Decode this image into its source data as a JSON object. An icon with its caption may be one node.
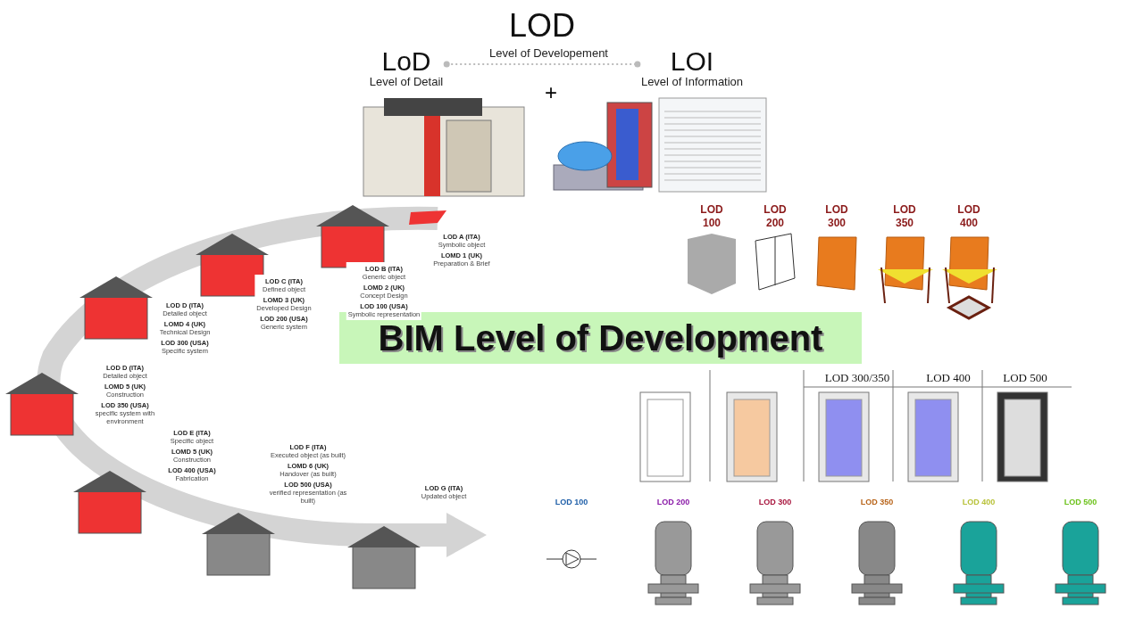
{
  "diagram": {
    "title": "BIM Level of Development",
    "nodes": [
      {
        "text": [
          "LoD",
          "Level of Detail"
        ]
      },
      {
        "text": [
          "LOI",
          "Level of Information"
        ]
      }
    ],
    "edges": [
      {
        "from": 0,
        "to": 1,
        "arrow": "other",
        "style": "dashed"
      }
    ],
    "labels": [
      "LOD",
      "Level of Developement",
      "+",
      "LOD A (ITA)",
      "Symbolic object",
      "LOMD 1 (UK)",
      "Preparation & Brief",
      "LOD B (ITA)",
      "Generic object",
      "LOMD 2 (UK)",
      "Concept Design",
      "LOD 100 (USA)",
      "Symbolic representation",
      "LOD C (ITA)",
      "Defined object",
      "LOMD 3 (UK)",
      "Developed Design",
      "LOD 200 (USA)",
      "Generic system",
      "LOD D (ITA)",
      "Detailed object",
      "LOMD 4 (UK)",
      "Technical Design",
      "LOD 300 (USA)",
      "Specific system",
      "LOD D (ITA)",
      "Detailed object",
      "LOMD 5 (UK)",
      "Construction",
      "LOD 350 (USA)",
      "specific system with environment",
      "LOD E (ITA)",
      "Specific object",
      "LOMD 5 (UK)",
      "Construction",
      "LOD 400 (USA)",
      "Fabrication",
      "LOD F (ITA)",
      "Executed object (as built)",
      "LOMD 6 (UK)",
      "Handover (as built)",
      "LOD 500 (USA)",
      "verified representation (as built)",
      "LOD G (ITA)",
      "Updated object",
      "LOD 100",
      "LOD 200",
      "LOD 300",
      "LOD 350",
      "LOD 400",
      "LOD 300/350",
      "LOD 400",
      "LOD 500",
      "LOD 100",
      "LOD 200",
      "LOD 300",
      "LOD 350",
      "LOD 400",
      "LOD 500"
    ]
  }
}
